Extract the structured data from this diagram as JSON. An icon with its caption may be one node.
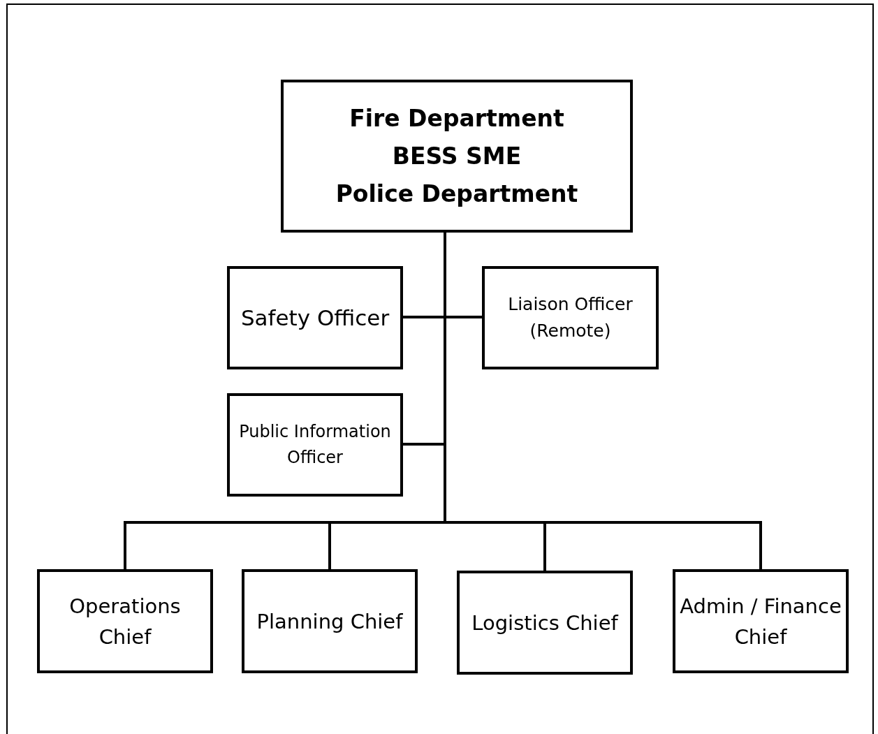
{
  "diagram": {
    "nodes": [
      {
        "text": [
          "Fire Department",
          "BESS SME",
          "Police Department"
        ]
      },
      {
        "text": [
          "Safety Officer"
        ]
      },
      {
        "text": [
          "Liaison Officer (Remote)"
        ]
      },
      {
        "text": [
          "Public Information Officer"
        ]
      },
      {
        "text": [
          "Operations Chief"
        ]
      },
      {
        "text": [
          "Planning Chief"
        ]
      },
      {
        "text": [
          "Logistics Chief"
        ]
      },
      {
        "text": [
          "Admin / Finance Chief"
        ]
      }
    ],
    "edges": [
      {
        "from": 0,
        "to": 1,
        "arrow": "none"
      },
      {
        "from": 0,
        "to": 2,
        "arrow": "none"
      },
      {
        "from": 0,
        "to": 3,
        "arrow": "none"
      },
      {
        "from": 0,
        "to": 4,
        "arrow": "none"
      },
      {
        "from": 0,
        "to": 5,
        "arrow": "none"
      },
      {
        "from": 0,
        "to": 6,
        "arrow": "none"
      },
      {
        "from": 0,
        "to": 7,
        "arrow": "none"
      }
    ]
  }
}
